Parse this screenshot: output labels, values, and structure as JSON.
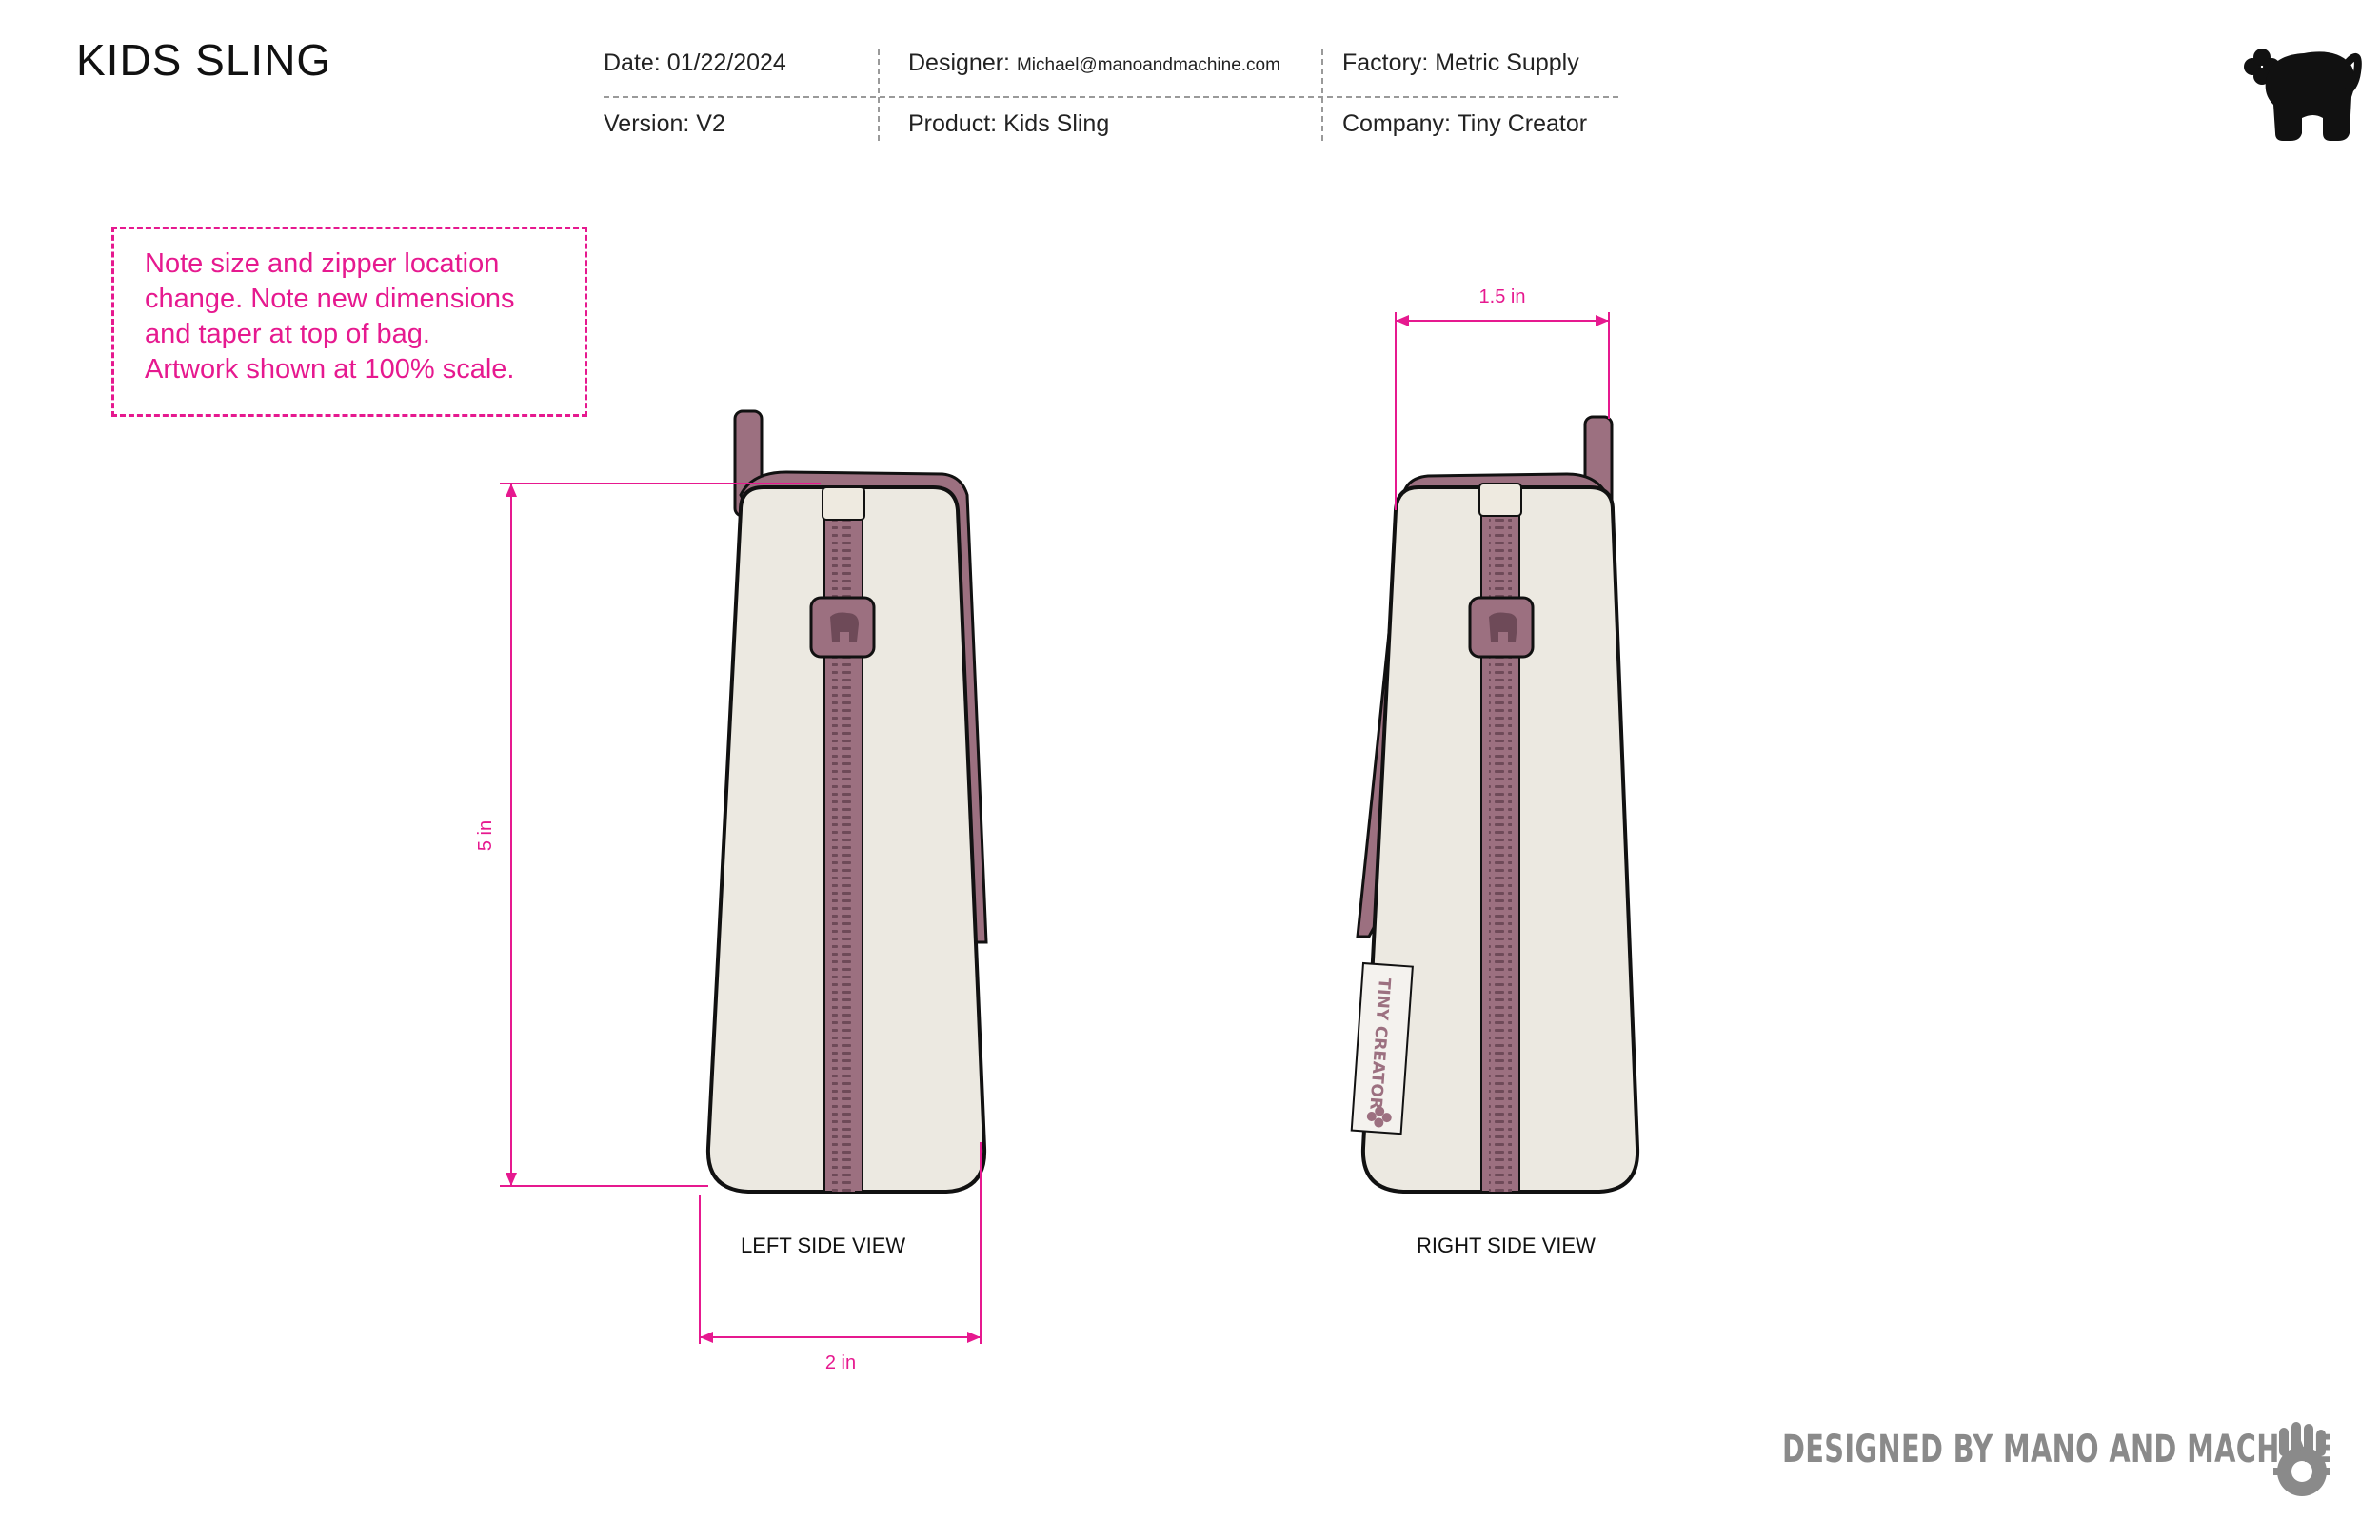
{
  "title": "KIDS SLING",
  "header": {
    "date_label": "Date:",
    "date_value": "01/22/2024",
    "designer_label": "Designer:",
    "designer_value": "Michael@manoandmachine.com",
    "factory_label": "Factory:",
    "factory_value": "Metric Supply",
    "version_label": "Version:",
    "version_value": "V2",
    "product_label": "Product:",
    "product_value": "Kids Sling",
    "company_label": "Company:",
    "company_value": "Tiny Creator"
  },
  "note": {
    "lines": [
      "Note size and zipper location",
      "change. Note new dimensions",
      "and taper at top of bag.",
      "Artwork shown at 100% scale."
    ]
  },
  "dimensions": {
    "height": "5 in",
    "bottom_width": "2 in",
    "top_width": "1.5 in"
  },
  "views": {
    "left_label": "LEFT SIDE VIEW",
    "right_label": "RIGHT SIDE VIEW"
  },
  "label_tag_text": "TINY CREATOR",
  "footer_credit": "DESIGNED BY MANO AND MACHINE",
  "colors": {
    "accent": "#e6198f",
    "strap": "#9c7080",
    "canvas": "#ece9e1",
    "outline": "#111111"
  }
}
